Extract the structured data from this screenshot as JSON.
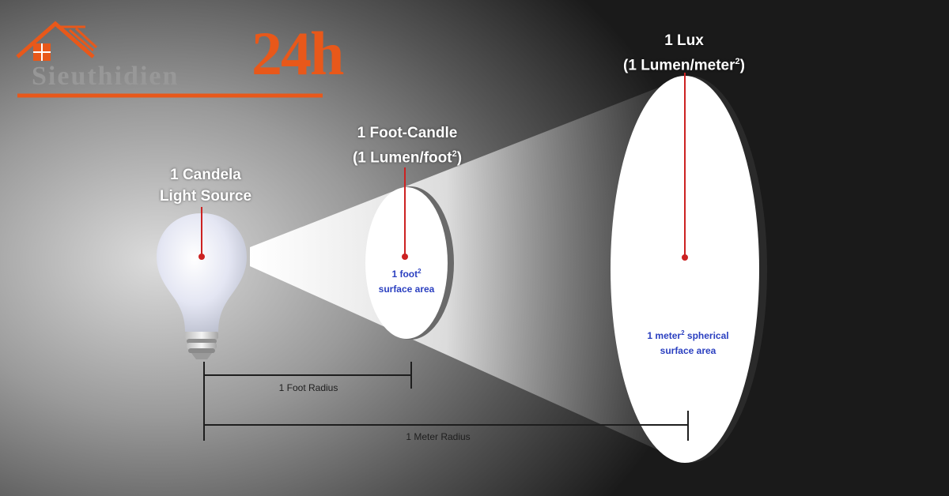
{
  "colors": {
    "accent": "#e8581a",
    "marker": "#cc2222",
    "area_text": "#2a3fc0",
    "surface": "#ffffff"
  },
  "logo": {
    "brand": "Sieuthidien",
    "suffix": "24h",
    "icon": "house-roof-icon"
  },
  "source": {
    "line1": "1 Candela",
    "line2": "Light Source",
    "icon": "light-bulb-icon"
  },
  "foot_candle": {
    "line1": "1 Foot-Candle",
    "line2_prefix": "(1 Lumen/foot",
    "line2_sup": "2",
    "line2_suffix": ")"
  },
  "lux": {
    "line1": "1 Lux",
    "line2_prefix": "(1 Lumen/meter",
    "line2_sup": "2",
    "line2_suffix": ")"
  },
  "foot_area": {
    "line1_prefix": "1 foot",
    "line1_sup": "2",
    "line2": "surface area"
  },
  "meter_area": {
    "line1_prefix": "1 meter",
    "line1_sup": "2",
    "line1_suffix": " spherical",
    "line2": "surface area"
  },
  "radii": {
    "foot": "1 Foot Radius",
    "meter": "1 Meter Radius"
  }
}
